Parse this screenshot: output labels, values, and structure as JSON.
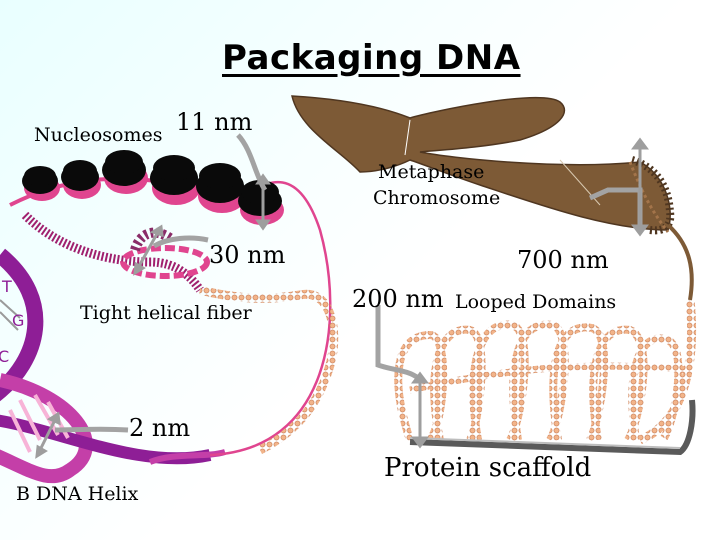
{
  "title": "Packaging DNA",
  "labels": {
    "nucleosomes": "Nucleosomes",
    "size_11nm": "11 nm",
    "metaphase_line1": "Metaphase",
    "metaphase_line2": "Chromosome",
    "size_30nm": "30 nm",
    "tight_helical_fiber": "Tight helical fiber",
    "size_700nm": "700 nm",
    "size_200nm": "200 nm",
    "looped_domains": "Looped Domains",
    "size_2nm": "2 nm",
    "b_dna_helix": "B DNA Helix",
    "protein_scaffold": "Protein scaffold"
  },
  "bases": [
    "T",
    "G",
    "C"
  ],
  "colors": {
    "chromosome": "#7d5a36",
    "chromosome_dark": "#4f3620",
    "fiber_pink": "#e0458f",
    "fiber_beads": "#f0b48c",
    "dna_purple": "#8e1e96",
    "nucleosome_black": "#0a0a0a",
    "pointer_gray": "#a3a3a3",
    "scaffold_gray": "#5a5a5a"
  }
}
